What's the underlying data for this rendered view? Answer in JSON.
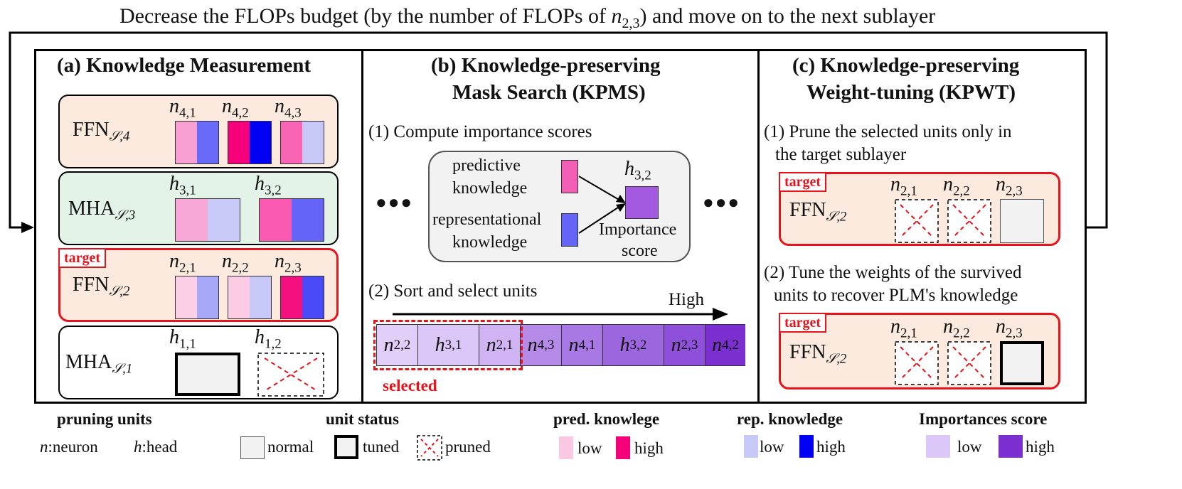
{
  "top_caption": {
    "prefix": "Decrease the FLOPs budget (by the number of FLOPs of ",
    "var": "n",
    "sub": "2,3",
    "suffix": ") and move on to the next sublayer"
  },
  "panel_a": {
    "title": "(a) Knowledge Measurement",
    "target_tag": "target",
    "rows": [
      {
        "module": "FFN",
        "sub": "𝒮,4",
        "units": [
          "4,1",
          "4,2",
          "4,3"
        ],
        "unit_var": "n"
      },
      {
        "module": "MHA",
        "sub": "𝒮,3",
        "units": [
          "3,1",
          "3,2"
        ],
        "unit_var": "h"
      },
      {
        "module": "FFN",
        "sub": "𝒮,2",
        "units": [
          "2,1",
          "2,2",
          "2,3"
        ],
        "unit_var": "n"
      },
      {
        "module": "MHA",
        "sub": "𝒮,1",
        "units": [
          "1,1",
          "1,2"
        ],
        "unit_var": "h"
      }
    ]
  },
  "panel_b": {
    "title_line1": "(b) Knowledge-preserving",
    "title_line2": "Mask Search (KPMS)",
    "step1": "(1) Compute importance scores",
    "pred_line1": "predictive",
    "pred_line2": "knowledge",
    "rep_line1": "representational",
    "rep_line2": "knowledge",
    "score_var": "h",
    "score_sub": "3,2",
    "score_line1": "Importance",
    "score_line2": "score",
    "ellipsis": "●●●",
    "step2": "(2) Sort and select units",
    "arrow_label": "High",
    "sorted_units": [
      {
        "v": "n",
        "s": "2,2"
      },
      {
        "v": "h",
        "s": "3,1"
      },
      {
        "v": "n",
        "s": "2,1"
      },
      {
        "v": "n",
        "s": "4,3"
      },
      {
        "v": "n",
        "s": "4,1"
      },
      {
        "v": "h",
        "s": "3,2"
      },
      {
        "v": "n",
        "s": "2,3"
      },
      {
        "v": "n",
        "s": "4,2"
      }
    ],
    "selected_label": "selected"
  },
  "panel_c": {
    "title_line1": "(c) Knowledge-preserving",
    "title_line2": "Weight-tuning (KPWT)",
    "step1_line1": "(1) Prune the selected units only in",
    "step1_line2": "the target sublayer",
    "step2_line1": "(2) Tune the weights of the survived",
    "step2_line2": "units to recover PLM's knowledge",
    "target_tag": "target",
    "module": "FFN",
    "module_sub": "𝒮,2",
    "units": [
      "2,1",
      "2,2",
      "2,3"
    ]
  },
  "legend": {
    "pruning_units": {
      "title": "pruning units",
      "n_var": "n",
      "n_text": ":neuron",
      "h_var": "h",
      "h_text": ":head"
    },
    "unit_status": {
      "title": "unit status",
      "normal": "normal",
      "tuned": "tuned",
      "pruned": "pruned"
    },
    "pred": {
      "title": "pred. knowlege",
      "low": "low",
      "high": "high"
    },
    "rep": {
      "title": "rep. knowledge",
      "low": "low",
      "high": "high"
    },
    "imp": {
      "title": "Importances score",
      "low": "low",
      "high": "high"
    }
  },
  "colors": {
    "ffn_bg": "#fbeadd",
    "mha_bg": "#e3f3e8",
    "panel_b_box": "#f2f2f2",
    "pred_low": "#f9c8e2",
    "pred_high": "#f5007a",
    "rep_low": "#c8c8f8",
    "rep_high": "#0000f5",
    "imp_low": "#dcc8f8",
    "imp_high": "#7b2fd0",
    "target_red": "#e8141c"
  }
}
